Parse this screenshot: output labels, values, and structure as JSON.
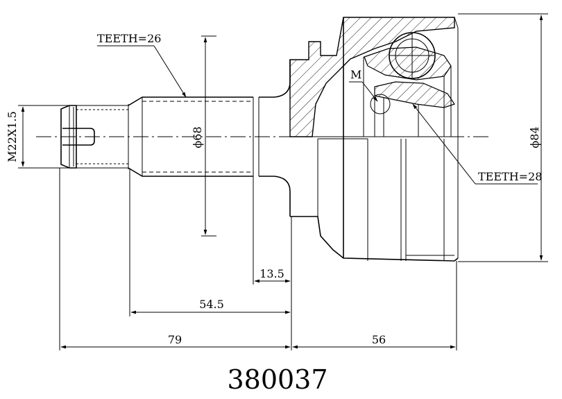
{
  "drawing": {
    "part_number": "380037",
    "labels": {
      "thread_spec": "M22X1.5",
      "outer_teeth": "TEETH=26",
      "inner_teeth": "TEETH=28",
      "diameter_shaft": "ϕ68",
      "diameter_bell": "ϕ84",
      "marker": "M"
    },
    "dimensions": {
      "d1": "13.5",
      "d2": "54.5",
      "d3": "79",
      "d4": "56"
    }
  }
}
